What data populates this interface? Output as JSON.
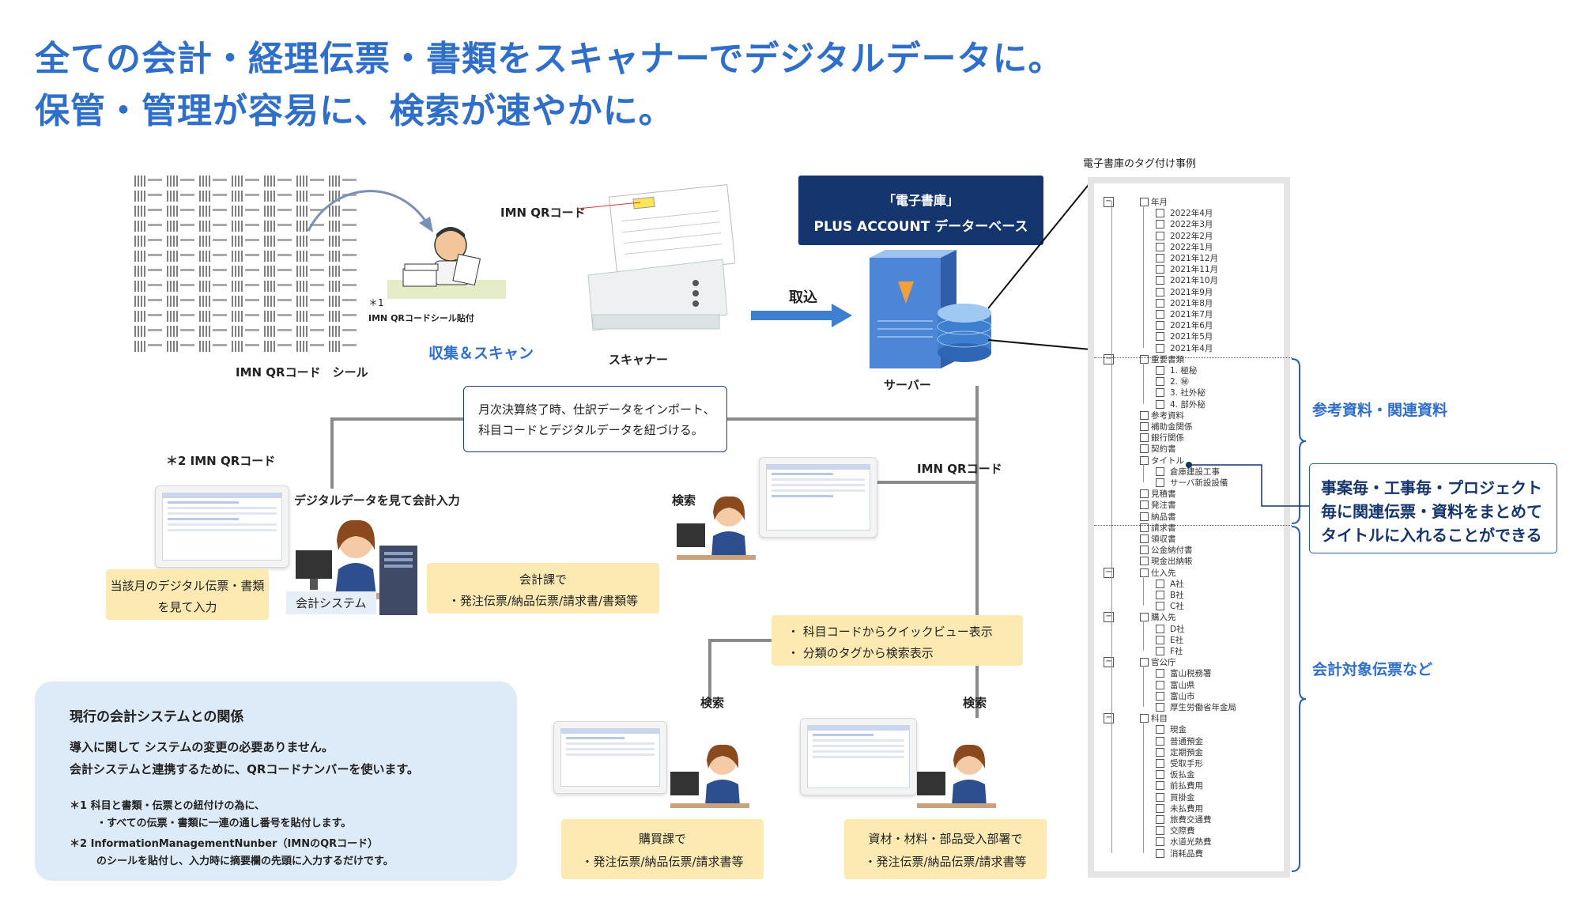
{
  "headline": {
    "line1": "全ての会計・経理伝票・書類をスキャナーでデジタルデータに。",
    "line2": "保管・管理が容易に、検索が速やかに。"
  },
  "scan": {
    "qr_seal_label": "IMN QRコード　シール",
    "note_star1": "＊1",
    "note_seal_attach": "IMN QRコードシール貼付",
    "collect_scan": "収集＆スキャン",
    "imn_qr_code": "IMN QRコード",
    "scanner": "スキャナー",
    "import": "取込",
    "server": "サーバー"
  },
  "database": {
    "line1": "「電子書庫」",
    "line2": "PLUS ACCOUNT データーベース"
  },
  "monthly_box": {
    "line1": "月次決算終了時、仕訳データをインポート、",
    "line2": "科目コードとデジタルデータを紐づける。"
  },
  "accounting": {
    "star2_label": "＊2 IMN QRコード",
    "input_label": "デジタルデータを見て会計入力",
    "yellow_line1": "当該月のデジタル伝票・書類",
    "yellow_line2": "を見て入力",
    "system_label": "会計システム",
    "dept_line1": "会計課で",
    "dept_line2": "・発注伝票/納品伝票/請求書/書類等"
  },
  "search_top": {
    "search_label": "検索",
    "imn_qr_label": "IMN QRコード"
  },
  "quickview": {
    "line1": "・ 科目コードからクイックビュー表示",
    "line2": "・ 分類のタグから検索表示"
  },
  "purchase": {
    "search_label": "検索",
    "line1": "購買課で",
    "line2": "・発注伝票/納品伝票/請求書等"
  },
  "materials": {
    "search_label": "検索",
    "line1": "資材・材料・部品受入部署で",
    "line2": "・発注伝票/納品伝票/請求書等"
  },
  "relation": {
    "title": "現行の会計システムとの関係",
    "line1": "導入に関して システムの変更の必要ありません。",
    "line2": "会計システムと連携するために、QRコードナンバーを使います。",
    "note1a": "＊1  科目と書類・伝票との紐付けの為に、",
    "note1b": "・すべての伝票・書類に一連の通し番号を貼付します。",
    "note2a": "＊2  InformationManagementNunber（IMNのQRコード）",
    "note2b": "のシールを貼付し、入力時に摘要欄の先頭に入力するだけです。"
  },
  "tag_example": {
    "caption": "電子書庫のタグ付け事例",
    "ref_label": "参考資料・関連資料",
    "project_line1": "事案毎・工事毎・プロジェクト",
    "project_line2": "毎に関連伝票・資料をまとめて",
    "project_line3": "タイトルに入れることができる",
    "target_label": "会計対象伝票など"
  },
  "tree": {
    "year_month": "年月",
    "months": [
      "2022年4月",
      "2022年3月",
      "2022年2月",
      "2022年1月",
      "2021年12月",
      "2021年11月",
      "2021年10月",
      "2021年9月",
      "2021年8月",
      "2021年7月",
      "2021年6月",
      "2021年5月",
      "2021年4月"
    ],
    "important": "重要書類",
    "secrecy": [
      "1. 極秘",
      "2. ㊙",
      "3. 社外秘",
      "4. 部外秘"
    ],
    "ref_items": [
      "参考資料",
      "補助金関係",
      "銀行関係",
      "契約書"
    ],
    "title": "タイトル",
    "title_items": [
      "倉庫建設工事",
      "サーバ新設設備"
    ],
    "doc_items": [
      "見積書",
      "発注書",
      "納品書",
      "請求書",
      "領収書",
      "公金納付書",
      "現金出納帳"
    ],
    "supplier": "仕入先",
    "supplier_items": [
      "A社",
      "B社",
      "C社"
    ],
    "buyer": "購入先",
    "buyer_items": [
      "D社",
      "E社",
      "F社"
    ],
    "gov": "官公庁",
    "gov_items": [
      "富山税務署",
      "富山県",
      "富山市",
      "厚生労働省年金局"
    ],
    "account": "科目",
    "account_items": [
      "現金",
      "普通預金",
      "定期預金",
      "受取手形",
      "仮払金",
      "前払費用",
      "買掛金",
      "未払費用",
      "旅費交通費",
      "交際費",
      "水道光熱費",
      "消耗品費"
    ]
  },
  "colors": {
    "headline": "#2f6fc9",
    "navy": "#14356e",
    "accent_blue": "#3f7fd0",
    "yellow_box": "#fdeab3",
    "light_blue_box": "#ddeaf8",
    "connector": "#8a8a8a"
  }
}
